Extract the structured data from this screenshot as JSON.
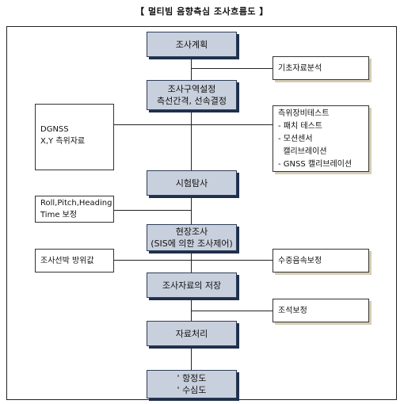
{
  "title": "【 멀티빔 음향측심 조사흐름도 】",
  "flow": {
    "plan": "조사계획",
    "area_l1": "조사구역설정",
    "area_l2": "측선간격, 선속결정",
    "test": "시험탐사",
    "field_l1": "현장조사",
    "field_l2": "(SIS에 의한 조사제어)",
    "store": "조사자료의 저장",
    "process": "자료처리",
    "out_l1": "' 항정도",
    "out_l2": "' 수심도"
  },
  "side": {
    "basic": "기초자료분석",
    "dgnss_l1": "DGNSS",
    "dgnss_l2": "X,Y 측위자료",
    "cal_title": "측위장비테스트",
    "cal_items": [
      "- 패치 테스트",
      "- 모션센서",
      "  캘리브레이션",
      "- GNSS 캘리브레이션"
    ],
    "roll_l1": "Roll,Pitch,Heading",
    "roll_l2": "Time 보정",
    "heading": "조사선박 방위값",
    "sound": "수중음속보정",
    "tide": "조석보정"
  }
}
